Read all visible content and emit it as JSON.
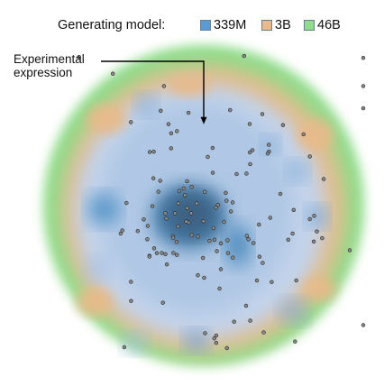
{
  "chart_data": {
    "type": "density-scatter",
    "title": "",
    "legend": {
      "title": "Generating model:",
      "placement": "top",
      "items": [
        {
          "name": "339M",
          "color": "#5b9bd5"
        },
        {
          "name": "3B",
          "color": "#e8b98a"
        },
        {
          "name": "46B",
          "color": "#8fdc8b"
        }
      ]
    },
    "annotation": {
      "lines": [
        "Experimental",
        "expression"
      ],
      "target_cluster": 1
    },
    "clusters": [
      {
        "x": 0.47,
        "y": 0.58,
        "spread": 0.12,
        "count": 46
      },
      {
        "x": 0.4,
        "y": 0.25,
        "spread": 0.035,
        "count": 4
      },
      {
        "x": 0.27,
        "y": 0.56,
        "spread": 0.05,
        "count": 14
      },
      {
        "x": 0.82,
        "y": 0.56,
        "spread": 0.05,
        "count": 6
      },
      {
        "x": 0.51,
        "y": 0.9,
        "spread": 0.03,
        "count": 5
      },
      {
        "x": 0.62,
        "y": 0.64,
        "spread": 0.06,
        "count": 6
      },
      {
        "x": 0.55,
        "y": 0.4,
        "spread": 0.25,
        "count": 50
      }
    ],
    "colors": {
      "point_fill": "#8a8a8a",
      "point_stroke": "#222222",
      "arrow": "#000000"
    }
  }
}
